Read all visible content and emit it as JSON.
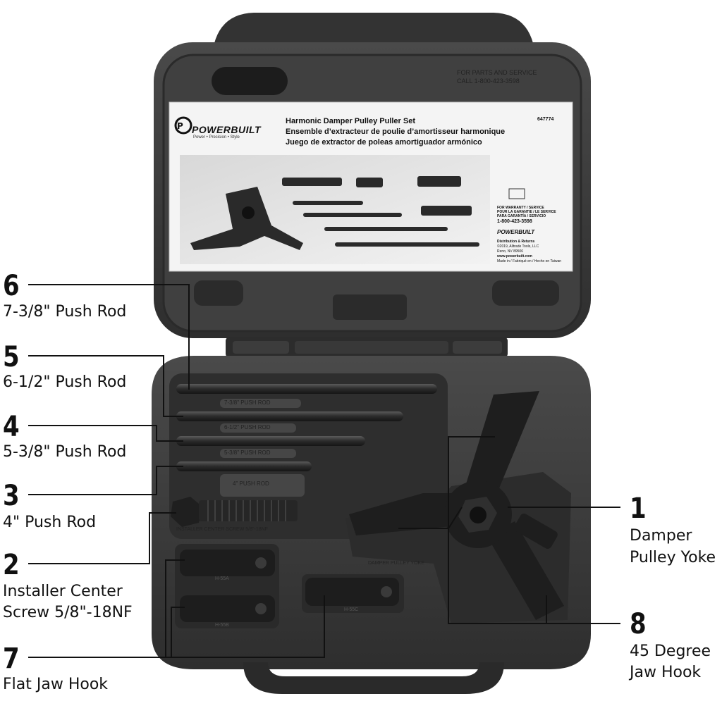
{
  "lid_label": {
    "brand": "POWERBUILT",
    "brand_tagline": "Power • Precision • Style",
    "title_en": "Harmonic Damper Pulley Puller Set",
    "title_fr": "Ensemble d’extracteur de poulie d’amortisseur harmonique",
    "title_es": "Juego de extractor de poleas amortiguador armónico",
    "part_number": "647774",
    "warranty_heading": "FOR WARRANTY / SERVICE",
    "warranty_fr": "POUR LA GARANTIE / LE SERVICE",
    "warranty_es": "PARA GARANTÍA / SERVICIO",
    "warranty_phone": "1-800-423-3598",
    "distribution": "Distribution & Returns",
    "copyright": "©2019, Alltrade Tools, LLC",
    "city": "Reno, NV 89506",
    "website": "www.powerbuilt.com",
    "made_in": "Made in / Fabriqué en / Hecho en Taiwan"
  },
  "lid_embossed": {
    "line1": "FOR PARTS AND SERVICE",
    "line2": "CALL 1-800-423-3598"
  },
  "tray_engravings": {
    "rod_738": "7-3/8\" PUSH ROD",
    "rod_612": "6-1/2\" PUSH ROD",
    "rod_538": "5-3/8\" PUSH ROD",
    "rod_4": "4\" PUSH ROD",
    "screw": "INSTALLER CENTER SCREW 5/8\"-18NF",
    "yoke": "DAMPER PULLEY YOKE",
    "hook_a": "H-55A",
    "hook_b": "H-55B",
    "hook_c": "H-55C"
  },
  "callouts": [
    {
      "number": "6",
      "lines": [
        "7-3/8\" Push Rod"
      ]
    },
    {
      "number": "5",
      "lines": [
        "6-1/2\" Push Rod"
      ]
    },
    {
      "number": "4",
      "lines": [
        "5-3/8\" Push Rod"
      ]
    },
    {
      "number": "3",
      "lines": [
        "4\" Push Rod"
      ]
    },
    {
      "number": "2",
      "lines": [
        "Installer Center",
        "Screw 5/8\"-18NF"
      ]
    },
    {
      "number": "7",
      "lines": [
        "Flat Jaw Hook"
      ]
    },
    {
      "number": "1",
      "lines": [
        "Damper",
        "Pulley Yoke"
      ]
    },
    {
      "number": "8",
      "lines": [
        "45 Degree",
        "Jaw Hook"
      ]
    }
  ],
  "colors": {
    "case_plastic": "#3a3a3a",
    "case_dark": "#262626",
    "tool_steel": "#1e1e1e",
    "label_bg": "#f4f4f4",
    "leader_line": "#111111"
  }
}
